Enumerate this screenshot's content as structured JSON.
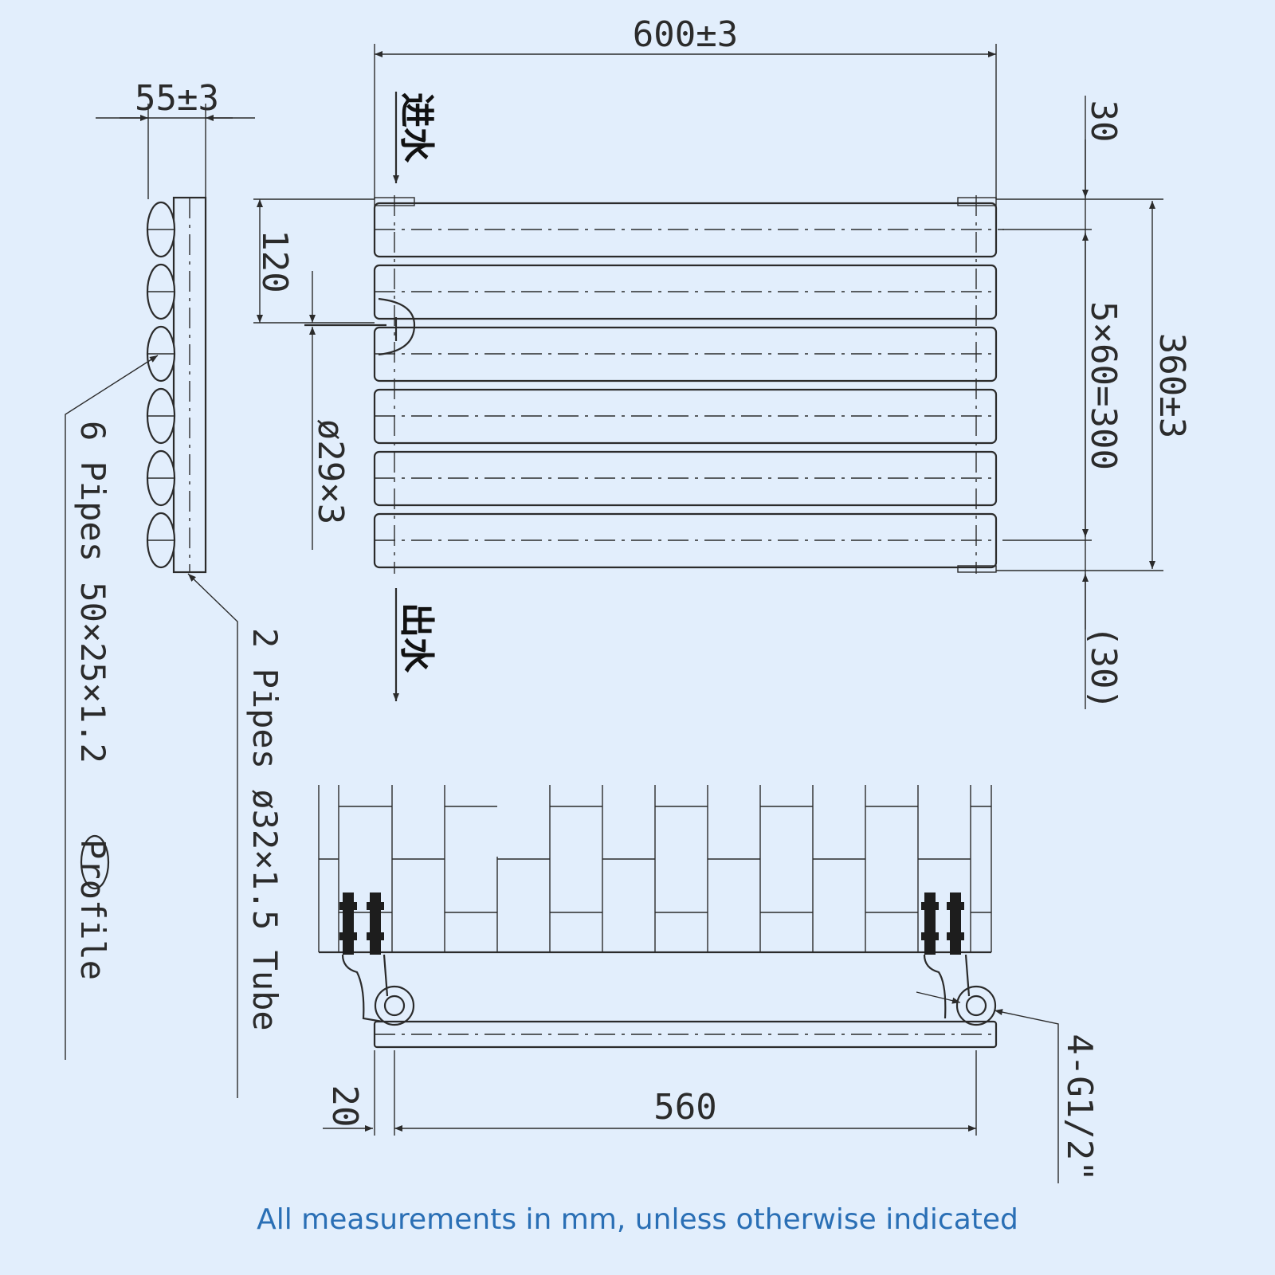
{
  "dimensions": {
    "overall_width": "600±3",
    "profile_depth": "55±3",
    "top_offset": "30",
    "first_pipe_offset": "120",
    "pipe_pitch": "5×60=300",
    "overall_height": "360±3",
    "bottom_offset": "(30)",
    "pipe_diameter": "ø29×3",
    "bottom_offset_left": "20",
    "centre_distance": "560",
    "connections": "4-G1/2\""
  },
  "flow": {
    "inlet": "进水",
    "outlet": "出水"
  },
  "labels": {
    "pipes_profile": "6 Pipes 50×25×1.2",
    "profile_word": "Profile",
    "tube": "2 Pipes ø32×1.5 Tube"
  },
  "footer": "All measurements in mm, unless otherwise indicated"
}
